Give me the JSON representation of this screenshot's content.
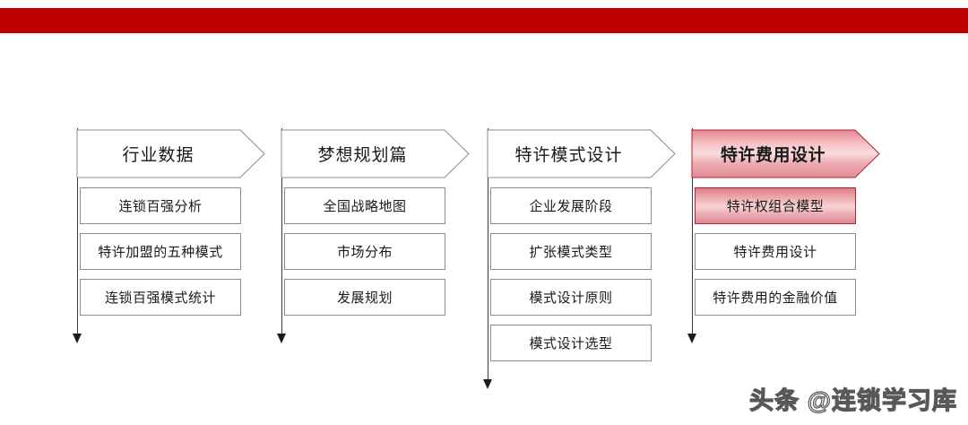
{
  "page": {
    "background_color": "#ffffff",
    "top_bar_color": "#c00000",
    "accent_color": "#c00000",
    "accent_fill_light": "#f7d4d6",
    "accent_fill_dark": "#dc8a92",
    "accent_border": "#b22234",
    "box_border_color": "#8c8c8c",
    "connector_color": "#3b3b3b"
  },
  "watermark": {
    "text": "头条 @连锁学习库"
  },
  "diagram": {
    "type": "four-phase-chevron-roadmap",
    "columns": [
      {
        "id": "col-industry-data",
        "header": "行业数据",
        "highlighted": false,
        "items": [
          {
            "label": "连锁百强分析",
            "highlighted": false
          },
          {
            "label": "特许加盟的五种模式",
            "highlighted": false
          },
          {
            "label": "连锁百强模式统计",
            "highlighted": false
          }
        ]
      },
      {
        "id": "col-dream-planning",
        "header": "梦想规划篇",
        "highlighted": false,
        "items": [
          {
            "label": "全国战略地图",
            "highlighted": false
          },
          {
            "label": "市场分布",
            "highlighted": false
          },
          {
            "label": "发展规划",
            "highlighted": false
          }
        ]
      },
      {
        "id": "col-franchise-model-design",
        "header": "特许模式设计",
        "highlighted": false,
        "items": [
          {
            "label": "企业发展阶段",
            "highlighted": false
          },
          {
            "label": "扩张模式类型",
            "highlighted": false
          },
          {
            "label": "模式设计原则",
            "highlighted": false
          },
          {
            "label": "模式设计选型",
            "highlighted": false
          }
        ]
      },
      {
        "id": "col-franchise-fee-design",
        "header": "特许费用设计",
        "highlighted": true,
        "items": [
          {
            "label": "特许权组合模型",
            "highlighted": true
          },
          {
            "label": "特许费用设计",
            "highlighted": false
          },
          {
            "label": "特许费用的金融价值",
            "highlighted": false
          }
        ]
      }
    ]
  }
}
